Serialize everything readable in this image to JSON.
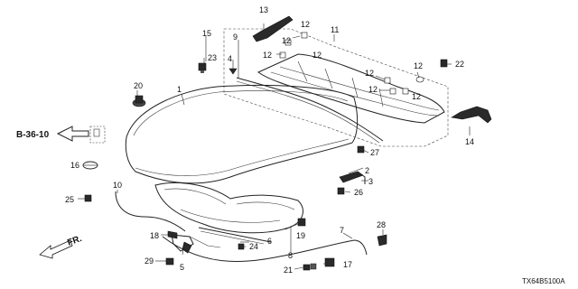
{
  "labels": {
    "p1": "1",
    "p2": "2",
    "p3": "3",
    "p4": "4",
    "p5": "5",
    "p6": "6",
    "p7": "7",
    "p8": "8",
    "p9": "9",
    "p10": "10",
    "p11": "11",
    "p12": "12",
    "p13": "13",
    "p14": "14",
    "p15": "15",
    "p16": "16",
    "p17": "17",
    "p18": "18",
    "p19": "19",
    "p20": "20",
    "p21": "21",
    "p22": "22",
    "p23": "23",
    "p24": "24",
    "p25": "25",
    "p26": "26",
    "p27": "27",
    "p28": "28",
    "p29": "29"
  },
  "reference": "B-36-10",
  "direction": "FR.",
  "diagram_code": "TX64B5100A"
}
